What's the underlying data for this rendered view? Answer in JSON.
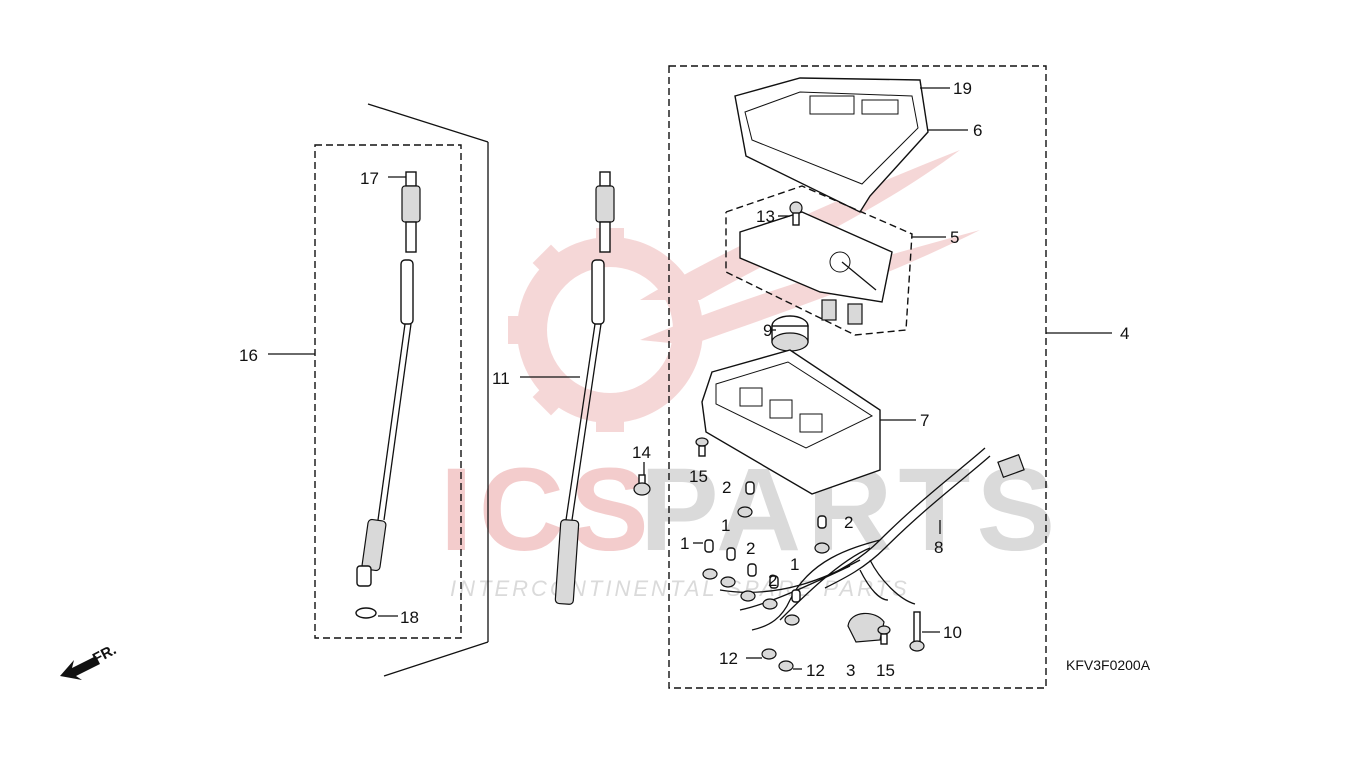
{
  "diagram": {
    "code": "KFV3F0200A",
    "front_label": "FR.",
    "watermark": {
      "brand_a": "ICS",
      "brand_b": "PARTS",
      "tagline": "INTERCONTINENTAL SPARE PARTS",
      "color_a": "#f2c7c7",
      "color_b": "#d6d6d6"
    },
    "callouts": {
      "c1a": "1",
      "c1b": "1",
      "c1c": "1",
      "c2a": "2",
      "c2b": "2",
      "c2c": "2",
      "c2d": "2",
      "c3": "3",
      "c4": "4",
      "c5": "5",
      "c6": "6",
      "c7": "7",
      "c8": "8",
      "c9": "9",
      "c10": "10",
      "c11": "11",
      "c12a": "12",
      "c12b": "12",
      "c13": "13",
      "c14": "14",
      "c15a": "15",
      "c15b": "15",
      "c16": "16",
      "c17": "17",
      "c18": "18",
      "c19": "19"
    }
  }
}
